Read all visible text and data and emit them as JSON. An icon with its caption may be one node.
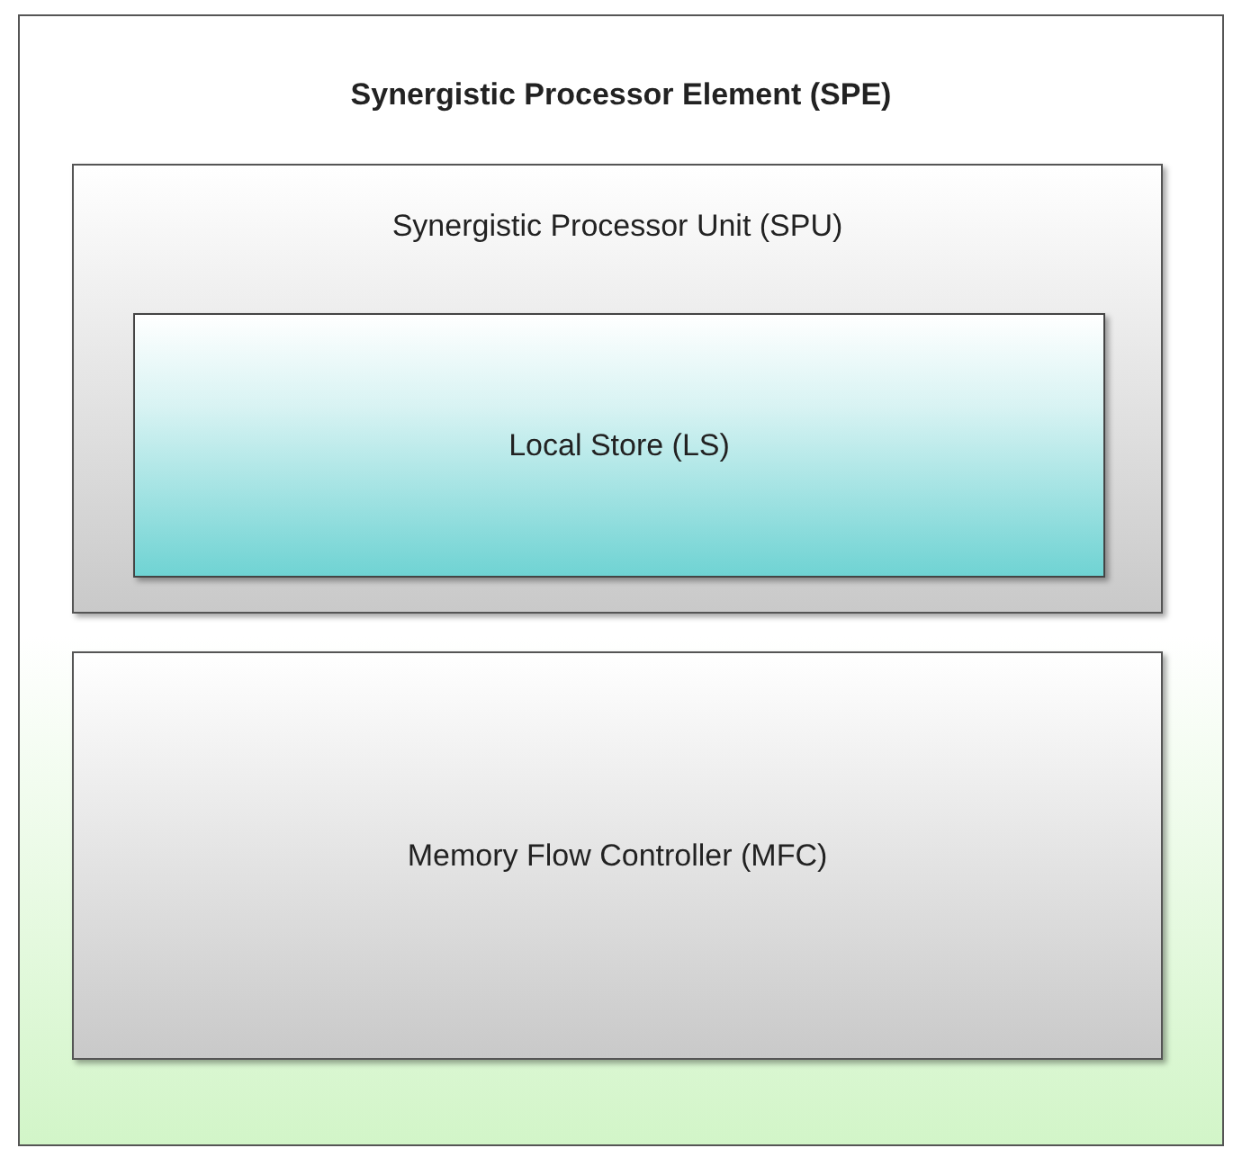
{
  "diagram": {
    "nodes": [
      {
        "text": [
          "Synergistic Processor Element (SPE)"
        ]
      },
      {
        "text": [
          "Synergistic Processor Unit (SPU)"
        ],
        "in": 0
      },
      {
        "text": [
          "Local Store (LS)"
        ],
        "in": 1
      },
      {
        "text": [
          "Memory Flow Controller (MFC)"
        ],
        "in": 0
      }
    ]
  }
}
